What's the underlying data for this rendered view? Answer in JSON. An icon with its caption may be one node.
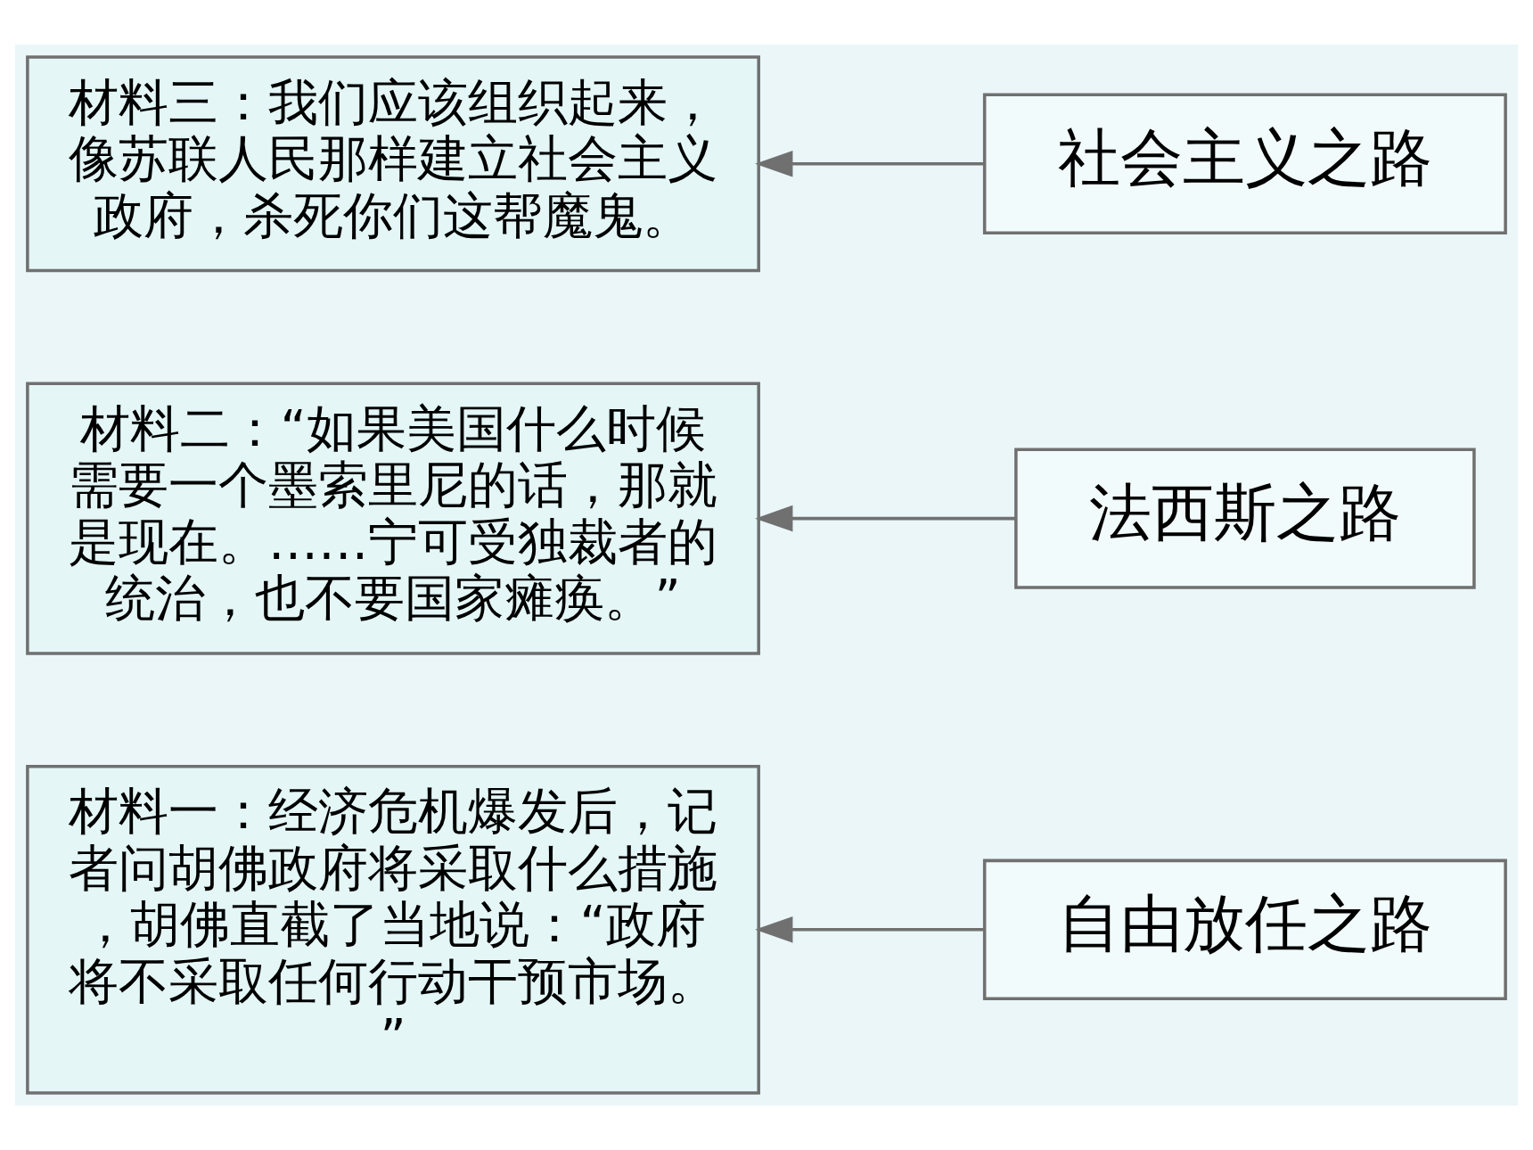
{
  "diagram": {
    "nodes": [
      {
        "text": [
          "材料一：经济危机爆发后，记者问胡佛政府将采取什么措施，胡佛直截了当地说：“政府将不采取任何行动干预市场。”"
        ]
      },
      {
        "text": [
          "材料二：“如果美国什么时候需要一个墨索里尼的话，那就是现在。……宁可受独裁者的统治，也不要国家瘫痪。”"
        ]
      },
      {
        "text": [
          "材料三：我们应该组织起来，像苏联人民那样建立社会主义政府，杀死你们这帮魔鬼。"
        ]
      },
      {
        "text": [
          "自由放任之路"
        ]
      },
      {
        "text": [
          "法西斯之路"
        ]
      },
      {
        "text": [
          "社会主义之路"
        ]
      }
    ],
    "edges": [
      {
        "from": 3,
        "to": 0,
        "arrow": "to"
      },
      {
        "from": 4,
        "to": 1,
        "arrow": "to"
      },
      {
        "from": 5,
        "to": 2,
        "arrow": "to"
      }
    ]
  }
}
